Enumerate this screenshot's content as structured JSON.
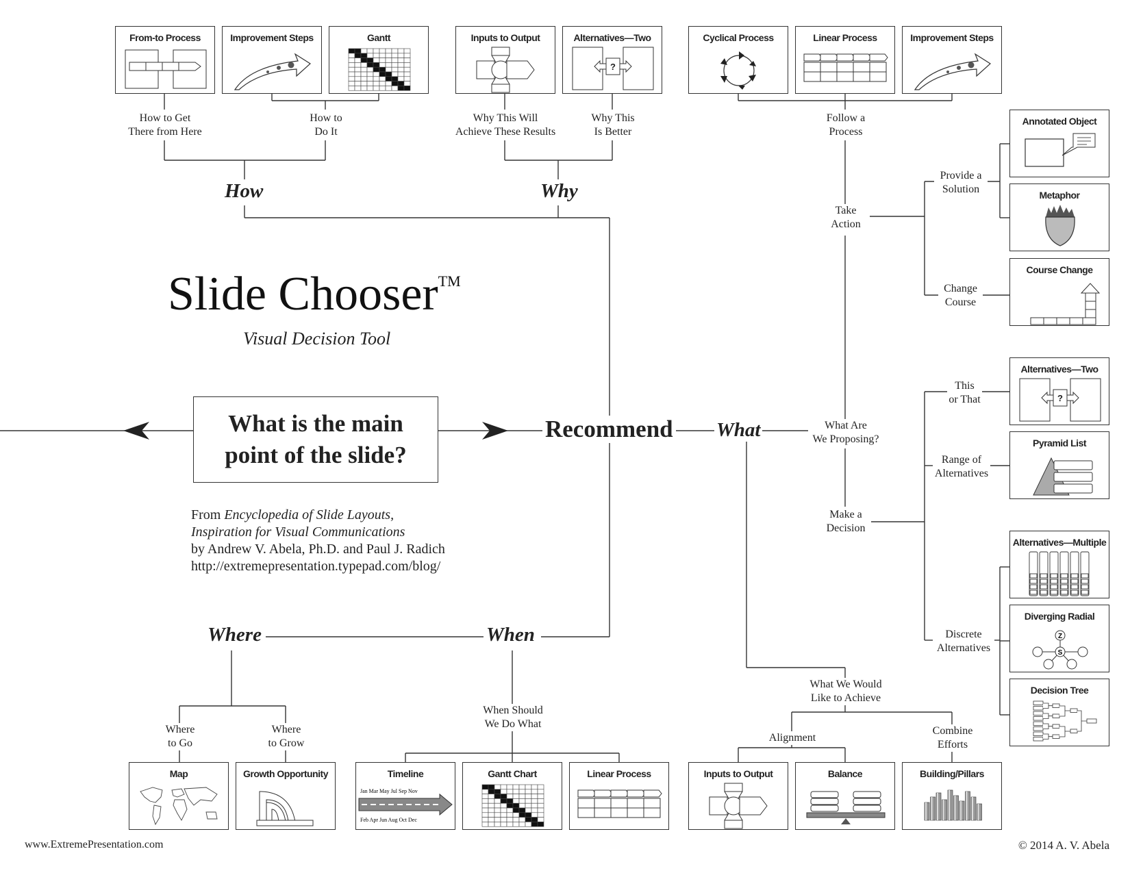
{
  "title": "Slide Chooser",
  "trademark": "TM",
  "subtitle": "Visual Decision Tool",
  "question": "What is the main\npoint of the slide?",
  "recommend": "Recommend",
  "credits": {
    "from": "From ",
    "book_title": "Encyclopedia of Slide Layouts,",
    "book_subtitle": "Inspiration for Visual Communications",
    "authors": "by Andrew V. Abela, Ph.D. and Paul J. Radich",
    "url": "http://extremepresentation.typepad.com/blog/"
  },
  "footer": {
    "left": "www.ExtremePresentation.com",
    "right": "© 2014  A. V. Abela"
  },
  "branches": {
    "how": "How",
    "why": "Why",
    "what": "What",
    "where": "Where",
    "when": "When"
  },
  "labels": {
    "how_get": "How to Get\nThere from Here",
    "how_do": "How to\nDo It",
    "why_achieve": "Why This Will\nAchieve These Results",
    "why_better": "Why This\nIs Better",
    "follow_process": "Follow a\nProcess",
    "take_action": "Take\nAction",
    "provide_solution": "Provide a\nSolution",
    "change_course": "Change\nCourse",
    "what_proposing": "What Are\nWe Proposing?",
    "make_decision": "Make a\nDecision",
    "this_or_that": "This\nor That",
    "range_alternatives": "Range of\nAlternatives",
    "discrete_alternatives": "Discrete\nAlternatives",
    "what_achieve": "What We Would\nLike to Achieve",
    "alignment": "Alignment",
    "combine_efforts": "Combine\nEfforts",
    "when_should": "When Should\nWe Do What",
    "where_go": "Where\nto Go",
    "where_grow": "Where\nto Grow"
  },
  "cards": {
    "from_to_process": "From-to Process",
    "improvement_steps_how": "Improvement Steps",
    "gantt_how": "Gantt",
    "inputs_output_why": "Inputs to Output",
    "alternatives_two_why": "Alternatives—Two",
    "cyclical_process": "Cyclical Process",
    "linear_process_top": "Linear Process",
    "improvement_steps_top": "Improvement Steps",
    "annotated_object": "Annotated Object",
    "metaphor": "Metaphor",
    "course_change": "Course Change",
    "alternatives_two_what": "Alternatives—Two",
    "pyramid_list": "Pyramid List",
    "alternatives_multiple": "Alternatives—Multiple",
    "diverging_radial": "Diverging Radial",
    "decision_tree": "Decision Tree",
    "map": "Map",
    "growth_opportunity": "Growth Opportunity",
    "timeline": "Timeline",
    "gantt_chart": "Gantt Chart",
    "linear_process_when": "Linear Process",
    "inputs_output_what": "Inputs to Output",
    "balance": "Balance",
    "building_pillars": "Building/Pillars"
  },
  "timeline_months_top": "Jan   Mar  May  Jul    Sep   Nov",
  "timeline_months_bottom": "Feb   Apr   Jun   Aug  Oct   Dec",
  "icon_question_mark": "?",
  "radial_letters": [
    "Z",
    "S"
  ]
}
